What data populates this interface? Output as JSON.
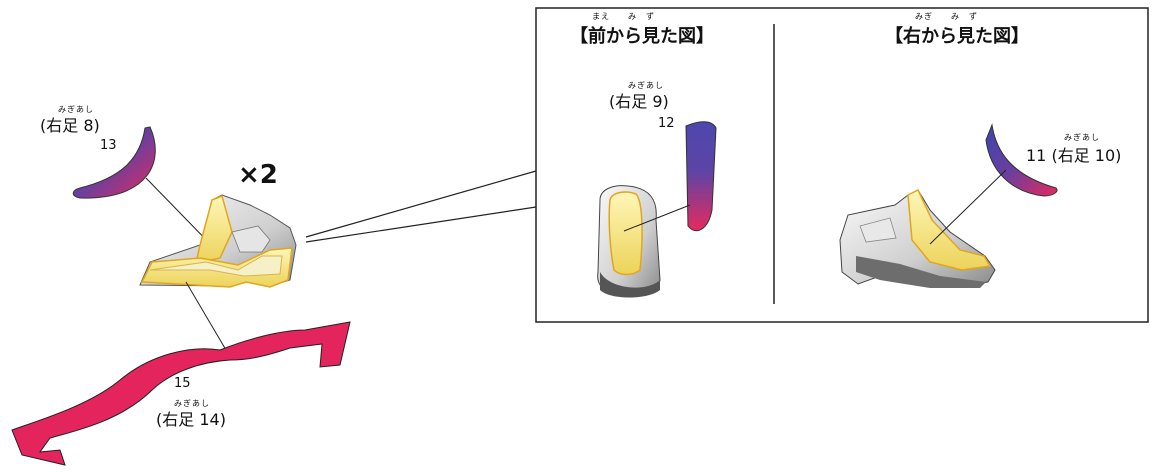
{
  "quantity": "×2",
  "inset": {
    "front": {
      "title": "【前から見た図】",
      "ruby": "まえ　　み　ず"
    },
    "right": {
      "title": "【右から見た図】",
      "ruby": "みぎ　　み　ず"
    }
  },
  "labels": {
    "a": {
      "ruby": "みぎあし",
      "text": "(右足 8)"
    },
    "a_num": "13",
    "b": {
      "ruby": "みぎあし",
      "text": "(右足 14)"
    },
    "b_num": "15",
    "c": {
      "ruby": "みぎあし",
      "text": "(右足 9)"
    },
    "c_num": "12",
    "d": {
      "ruby": "みぎあし",
      "text": "11 (右足 10)"
    }
  },
  "colors": {
    "gradient_top": "#4a45a8",
    "gradient_bottom": "#e62a5e",
    "pink": "#e3245d",
    "yellow": "#f3e27a",
    "yellow_edge": "#e0a61e",
    "grey": "#b9b9b9"
  }
}
